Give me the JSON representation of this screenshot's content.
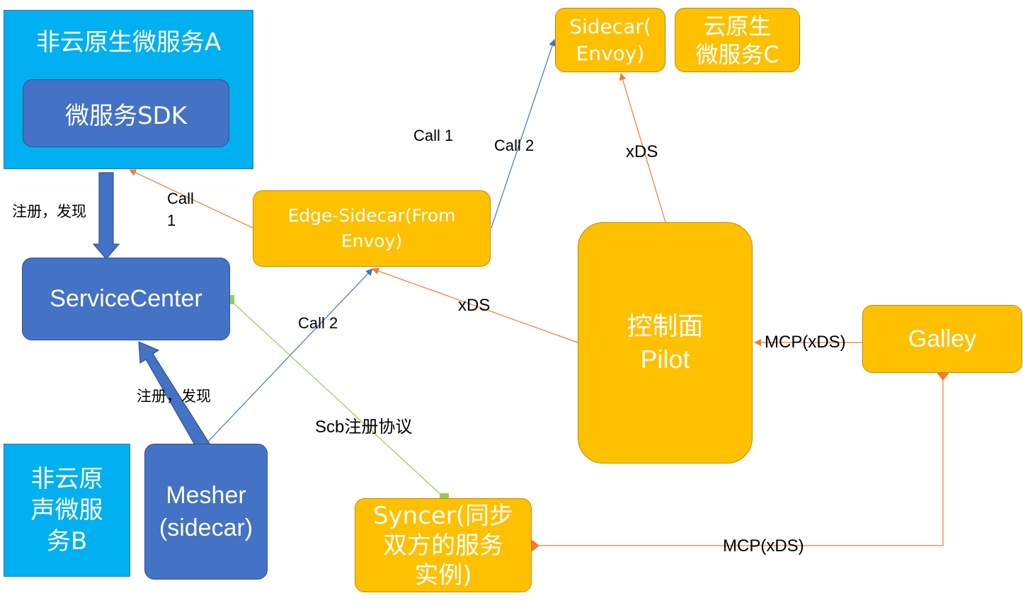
{
  "nodes": {
    "service_a_title": "非云原生微服务A",
    "sdk": "微服务SDK",
    "service_center": "ServiceCenter",
    "service_b_line1": "非云原",
    "service_b_line2": "声微服",
    "service_b_line3": "务B",
    "mesher_line1": "Mesher",
    "mesher_line2": "(sidecar)",
    "edge_sidecar_line1": "Edge-Sidecar(From",
    "edge_sidecar_line2": "Envoy)",
    "sidecar_line1": "Sidecar(",
    "sidecar_line2": "Envoy)",
    "service_c_line1": "云原生",
    "service_c_line2": "微服务C",
    "pilot_line1": "控制面",
    "pilot_line2": "Pilot",
    "galley": "Galley",
    "syncer_line1": "Syncer(同步",
    "syncer_line2": "双方的服务",
    "syncer_line3": "实例)"
  },
  "edge_labels": {
    "call1_top": "Call 1",
    "call2_top": "Call 2",
    "xds_top": "xDS",
    "call1_left_line1": "Call",
    "call1_left_line2": "1",
    "register_discover_a": "注册，发现",
    "register_discover_b": "注册，发现",
    "xds_mid": "xDS",
    "call2_mid": "Call 2",
    "mcp_pilot": "MCP(xDS)",
    "scb_protocol": "Scb注册协议",
    "mcp_syncer": "MCP(xDS)"
  },
  "colors": {
    "cyan": "#00b0f0",
    "blue": "#4472c4",
    "gold": "#ffc000",
    "orange_line": "#ed7d31",
    "blue_line": "#4472c4",
    "green_line": "#92d050"
  }
}
